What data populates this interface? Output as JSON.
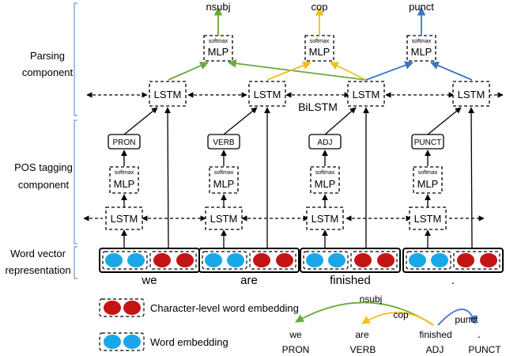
{
  "components": {
    "parsing": [
      "Parsing",
      "component"
    ],
    "pos": [
      "POS tagging",
      "component"
    ],
    "wordvec": [
      "Word vector",
      "representation"
    ]
  },
  "labels": {
    "lstm": "LSTM",
    "mlp": "MLP",
    "softmax": "softmax",
    "bilstm": "BiLSTM"
  },
  "words": [
    "we",
    "are",
    "finished",
    "."
  ],
  "pos_tags": [
    "PRON",
    "VERB",
    "ADJ",
    "PUNCT"
  ],
  "relations": [
    "nsubj",
    "cop",
    "punct"
  ],
  "legend": {
    "char": "Character-level word embedding",
    "word": "Word embedding"
  },
  "tree": {
    "words": [
      "we",
      "are",
      "finished",
      "."
    ],
    "tags": [
      "PRON",
      "VERB",
      "ADJ",
      "PUNCT"
    ],
    "arcs": [
      "nsubj",
      "cop",
      "punct"
    ]
  },
  "colors": {
    "green": "#6aaa3a",
    "yellow": "#f2be1a",
    "blue": "#3d74c5",
    "bracket": "#6f9ed6",
    "wordEmb": "#1aa7e8",
    "charEmb": "#c41414"
  }
}
